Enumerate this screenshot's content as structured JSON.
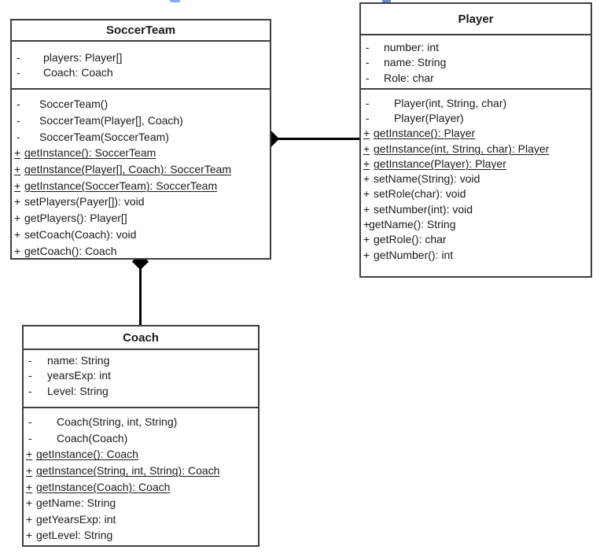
{
  "diagram": {
    "kind": "uml-class-diagram",
    "colors": {
      "background": "#ffffff",
      "box_border": "#3f3f3f",
      "text": "#1a1a1a",
      "connector": "#000000",
      "selection_handle": "#7d99dd"
    },
    "classes": [
      {
        "id": "soccerteam",
        "title": "SoccerTeam",
        "attributes": [
          {
            "vis": "-",
            "text": "players: Player[]"
          },
          {
            "vis": "-",
            "text": "Coach: Coach"
          }
        ],
        "methods": [
          {
            "vis": "-",
            "text": "SoccerTeam()",
            "tab": true
          },
          {
            "vis": "-",
            "text": "SoccerTeam(Player[], Coach)",
            "tab": true
          },
          {
            "vis": "-",
            "text": "SoccerTeam(SoccerTeam)",
            "tab": true
          },
          {
            "vis": "+",
            "text": "getInstance(): SoccerTeam",
            "underline": true
          },
          {
            "vis": "+",
            "text": "getInstance(Player[], Coach): SoccerTeam",
            "underline": true
          },
          {
            "vis": "+",
            "text": "getInstance(SoccerTeam): SoccerTeam",
            "underline": true
          },
          {
            "vis": "+",
            "text": "setPlayers(Payer[]): void"
          },
          {
            "vis": "+",
            "text": "getPlayers(): Player[]"
          },
          {
            "vis": "+",
            "text": "setCoach(Coach): void"
          },
          {
            "vis": "+",
            "text": "getCoach(): Coach"
          }
        ]
      },
      {
        "id": "player",
        "title": "Player",
        "attributes": [
          {
            "vis": "-",
            "text": "number: int"
          },
          {
            "vis": "-",
            "text": "name: String"
          },
          {
            "vis": "-",
            "text": "Role: char"
          }
        ],
        "methods": [
          {
            "vis": "-",
            "text": "Player(int, String, char)",
            "tab": true
          },
          {
            "vis": "-",
            "text": "Player(Player)",
            "tab": true
          },
          {
            "vis": "+",
            "text": "getInstance(): Player",
            "underline": true
          },
          {
            "vis": "+",
            "text": "getInstance(int, String, char): Player",
            "underline": true
          },
          {
            "vis": "+",
            "text": "getInstance(Player): Player",
            "underline": true
          },
          {
            "vis": "+",
            "text": "setName(String): void"
          },
          {
            "vis": "+",
            "text": "setRole(char): void"
          },
          {
            "vis": "+",
            "text": "setNumber(int): void"
          },
          {
            "vis": "+",
            "text": "getName(): String",
            "tight": true
          },
          {
            "vis": "+",
            "text": "getRole(): char"
          },
          {
            "vis": "+",
            "text": "getNumber(): int"
          }
        ]
      },
      {
        "id": "coach",
        "title": "Coach",
        "attributes": [
          {
            "vis": "-",
            "text": "name: String"
          },
          {
            "vis": "-",
            "text": "yearsExp: int"
          },
          {
            "vis": "-",
            "text": "Level: String"
          }
        ],
        "methods": [
          {
            "vis": "-",
            "text": "Coach(String, int, String)",
            "tab": true
          },
          {
            "vis": "-",
            "text": "Coach(Coach)",
            "tab": true
          },
          {
            "vis": "+",
            "text": "getInstance(): Coach",
            "underline": true
          },
          {
            "vis": "+",
            "text": "getInstance(String, int, String): Coach",
            "underline": true
          },
          {
            "vis": "+",
            "text": "getInstance(Coach): Coach",
            "underline": true
          },
          {
            "vis": "+",
            "text": "getName: String"
          },
          {
            "vis": "+",
            "text": "getYearsExp: int"
          },
          {
            "vis": "+",
            "text": "getLevel: String"
          }
        ]
      }
    ],
    "connectors": [
      {
        "id": "soccerteam-player",
        "type": "composition",
        "diamond_at": "SoccerTeam",
        "from": "SoccerTeam",
        "to": "Player",
        "orientation": "horizontal"
      },
      {
        "id": "soccerteam-coach",
        "type": "composition",
        "diamond_at": "SoccerTeam",
        "from": "SoccerTeam",
        "to": "Coach",
        "orientation": "vertical"
      }
    ]
  }
}
